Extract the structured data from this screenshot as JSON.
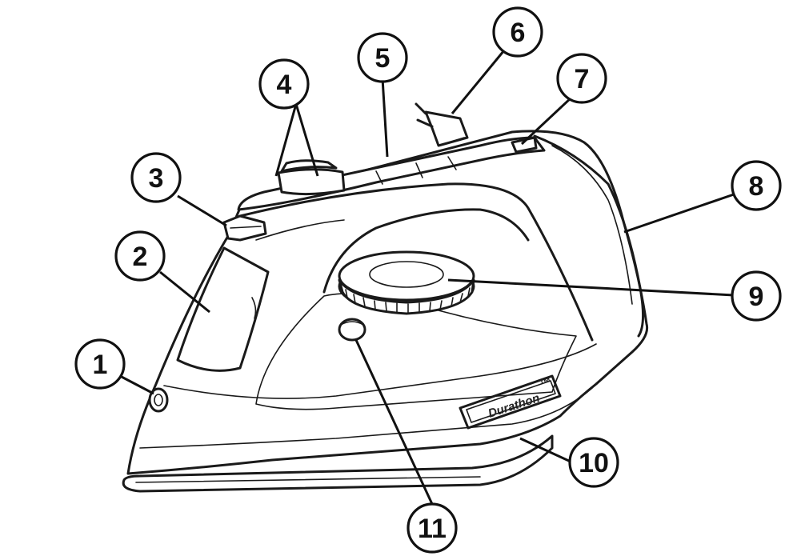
{
  "brand": {
    "text": "Durathon",
    "mark": "™"
  },
  "callouts": [
    {
      "label": "1"
    },
    {
      "label": "2"
    },
    {
      "label": "3"
    },
    {
      "label": "4"
    },
    {
      "label": "5"
    },
    {
      "label": "6"
    },
    {
      "label": "7"
    },
    {
      "label": "8"
    },
    {
      "label": "9"
    },
    {
      "label": "10"
    },
    {
      "label": "11"
    }
  ]
}
